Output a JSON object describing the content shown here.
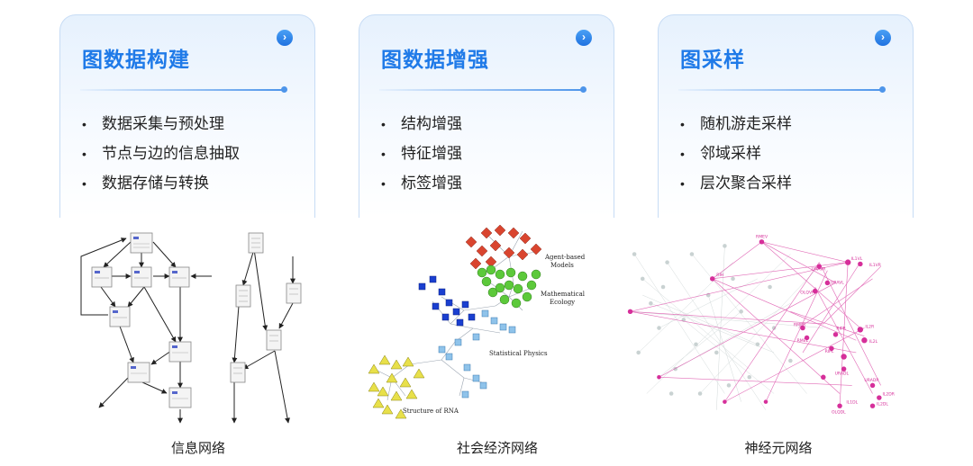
{
  "cards": [
    {
      "arrow": "›",
      "title": "图数据构建",
      "items": [
        "数据采集与预处理",
        "节点与边的信息抽取",
        "数据存储与转换"
      ]
    },
    {
      "arrow": "›",
      "title": "图数据增强",
      "items": [
        "结构增强",
        "特征增强",
        "标签增强"
      ]
    },
    {
      "arrow": "›",
      "title": "图采样",
      "items": [
        "随机游走采样",
        "邻域采样",
        "层次聚合采样"
      ]
    }
  ],
  "bullet": "•",
  "captions": [
    "信息网络",
    "社会经济网络",
    "神经元网络"
  ],
  "social_labels": {
    "agent": [
      "Agent-based",
      "Models"
    ],
    "math": [
      "Mathematical",
      "Ecology"
    ],
    "stat": "Statistical Physics",
    "rna": "Structure of RNA"
  },
  "neuron_labels": [
    "RMEV",
    "RIH",
    "URAVR",
    "IL1VL",
    "IL1VR",
    "URAVL",
    "OLQVR",
    "RMER",
    "RMEL",
    "IL2R",
    "IL2L",
    "RIPR",
    "RIPL",
    "URADR",
    "URADL",
    "IL2DR",
    "IL2DL",
    "OLQDL",
    "IL1DL"
  ],
  "colors": {
    "accent": "#1f7ae8",
    "social_red": "#d9452f",
    "social_green": "#5cc93a",
    "social_blue": "#1a3fd0",
    "social_lightblue": "#8fc3ea",
    "social_yellow": "#e8e04a",
    "neuron_pink": "#d62f9a",
    "neuron_gray": "#c9d2d2"
  }
}
